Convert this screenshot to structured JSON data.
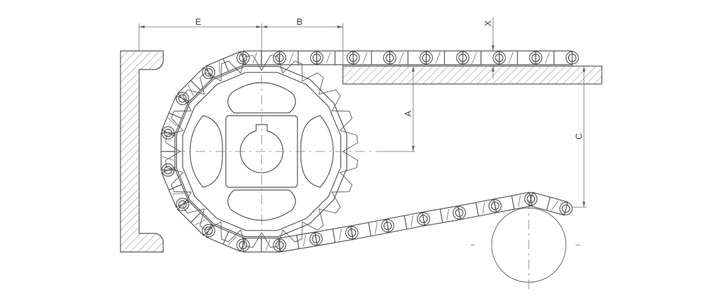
{
  "dimensions": {
    "E": "E",
    "B": "B",
    "X": "X",
    "A": "A",
    "C": "C"
  },
  "colors": {
    "line": "#555555",
    "background": "#ffffff"
  }
}
